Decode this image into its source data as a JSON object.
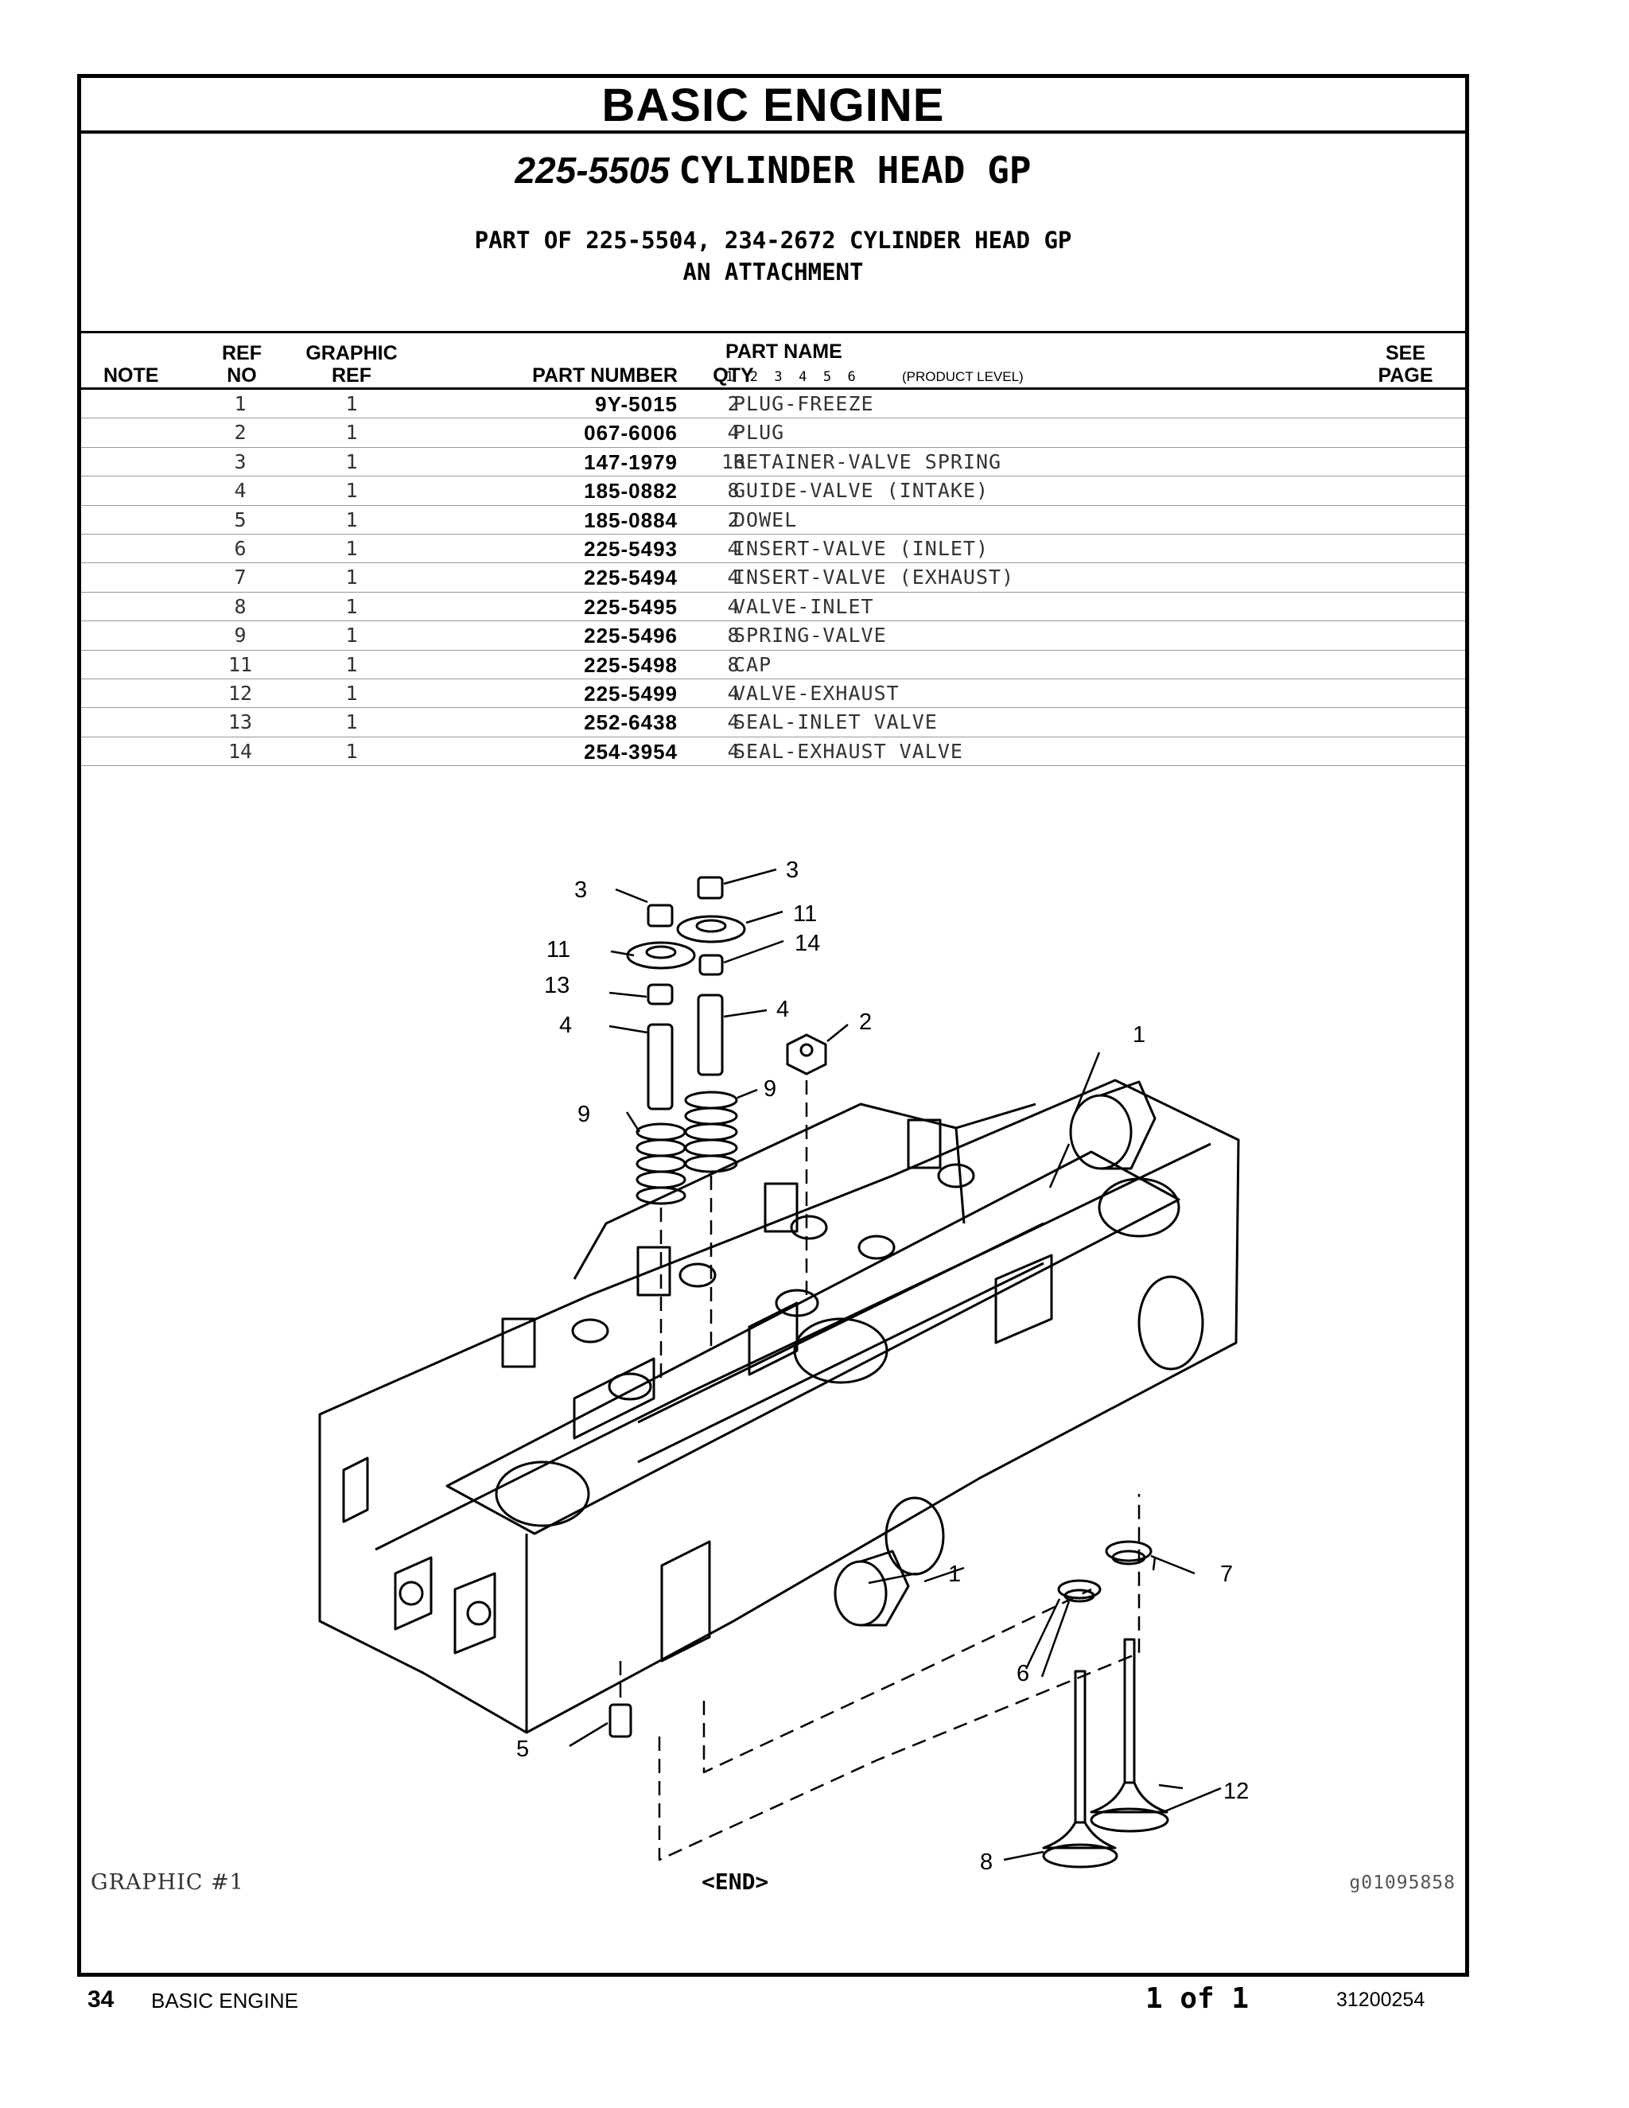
{
  "section_title": "BASIC ENGINE",
  "group": {
    "number": "225-5505",
    "name": "CYLINDER HEAD GP",
    "part_of": "PART OF 225-5504, 234-2672 CYLINDER HEAD GP",
    "attachment": "AN ATTACHMENT"
  },
  "table_headers": {
    "note": "NOTE",
    "ref_no_1": "REF",
    "ref_no_2": "NO",
    "graphic_ref_1": "GRAPHIC",
    "graphic_ref_2": "REF",
    "part_number": "PART NUMBER",
    "qty": "QTY",
    "part_name": "PART NAME",
    "product_levels": "1  2  3  4  5  6",
    "product_level_label": "(PRODUCT LEVEL)",
    "see_page_1": "SEE",
    "see_page_2": "PAGE"
  },
  "parts": [
    {
      "ref": "1",
      "graphic": "1",
      "part_number": "9Y-5015",
      "qty": "2",
      "name": "PLUG-FREEZE"
    },
    {
      "ref": "2",
      "graphic": "1",
      "part_number": "067-6006",
      "qty": "4",
      "name": "PLUG"
    },
    {
      "ref": "3",
      "graphic": "1",
      "part_number": "147-1979",
      "qty": "16",
      "name": "RETAINER-VALVE SPRING"
    },
    {
      "ref": "4",
      "graphic": "1",
      "part_number": "185-0882",
      "qty": "8",
      "name": "GUIDE-VALVE (INTAKE)"
    },
    {
      "ref": "5",
      "graphic": "1",
      "part_number": "185-0884",
      "qty": "2",
      "name": "DOWEL"
    },
    {
      "ref": "6",
      "graphic": "1",
      "part_number": "225-5493",
      "qty": "4",
      "name": "INSERT-VALVE (INLET)"
    },
    {
      "ref": "7",
      "graphic": "1",
      "part_number": "225-5494",
      "qty": "4",
      "name": "INSERT-VALVE (EXHAUST)"
    },
    {
      "ref": "8",
      "graphic": "1",
      "part_number": "225-5495",
      "qty": "4",
      "name": "VALVE-INLET"
    },
    {
      "ref": "9",
      "graphic": "1",
      "part_number": "225-5496",
      "qty": "8",
      "name": "SPRING-VALVE"
    },
    {
      "ref": "11",
      "graphic": "1",
      "part_number": "225-5498",
      "qty": "8",
      "name": "CAP"
    },
    {
      "ref": "12",
      "graphic": "1",
      "part_number": "225-5499",
      "qty": "4",
      "name": "VALVE-EXHAUST"
    },
    {
      "ref": "13",
      "graphic": "1",
      "part_number": "252-6438",
      "qty": "4",
      "name": "SEAL-INLET VALVE"
    },
    {
      "ref": "14",
      "graphic": "1",
      "part_number": "254-3954",
      "qty": "4",
      "name": "SEAL-EXHAUST VALVE"
    }
  ],
  "callouts": [
    "3",
    "3",
    "11",
    "11",
    "14",
    "13",
    "4",
    "4",
    "2",
    "1",
    "9",
    "9",
    "1",
    "7",
    "6",
    "12",
    "5",
    "8"
  ],
  "footer": {
    "graphic_label": "GRAPHIC #1",
    "end_marker": "<END>",
    "graphic_id": "g01095858"
  },
  "page": {
    "number": "34",
    "section": "BASIC ENGINE",
    "of": "1 of 1",
    "code": "31200254"
  }
}
